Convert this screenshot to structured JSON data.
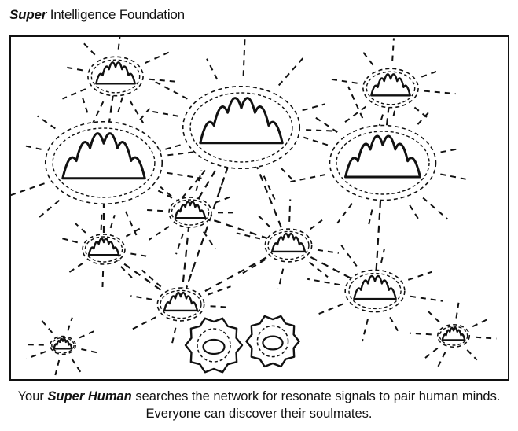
{
  "header": {
    "brand_bold": "Super",
    "brand_rest": " Intelligence Foundation"
  },
  "illustration": {
    "icon": "brain-network-illustration",
    "stroke_color": "#111111",
    "background": "#ffffff"
  },
  "caption": {
    "prefix": "Your ",
    "emphasis": "Super Human",
    "rest": " searches the network for resonate signals to pair human minds. Everyone can discover their soulmates."
  }
}
